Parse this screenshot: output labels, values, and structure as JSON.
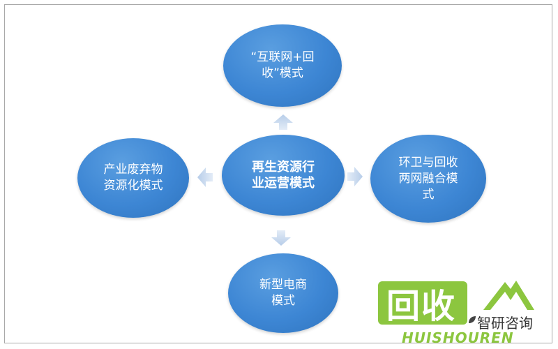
{
  "diagram": {
    "center": {
      "lines": [
        "再生资源行",
        "业运营模式"
      ]
    },
    "top": {
      "lines": [
        "“互联网+回",
        "收”模式"
      ]
    },
    "left": {
      "lines": [
        "产业废弃物",
        "资源化模式"
      ]
    },
    "right": {
      "lines": [
        "环卫与回收",
        "两网融合模",
        "式"
      ]
    },
    "bottom": {
      "lines": [
        "新型电商",
        "模式"
      ]
    }
  },
  "watermark": {
    "main": "回收",
    "sub": "智研咨询",
    "latin": "HUISHOUREN"
  },
  "colors": {
    "node": "#3d86d4",
    "arrow": "#c9d9ee",
    "watermark_green": "#8cc63f"
  }
}
